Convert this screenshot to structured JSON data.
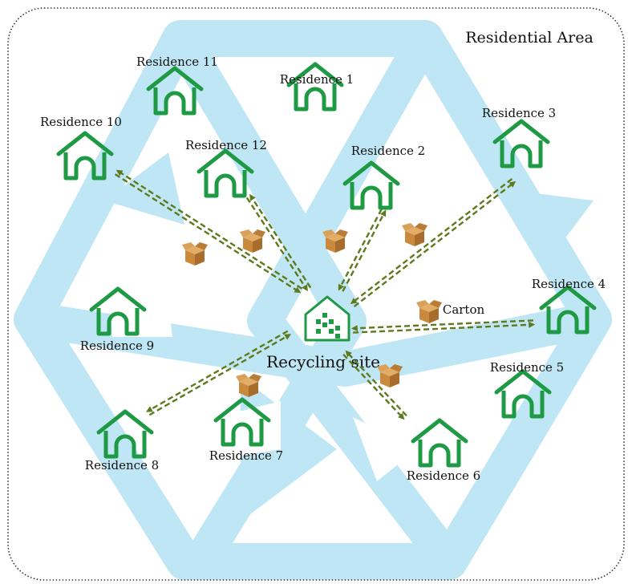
{
  "area_title": "Residential Area",
  "center": {
    "label": "Recycling site",
    "icon": "recycling-bin-house-icon"
  },
  "carton_label": "Carton",
  "residences": [
    {
      "id": 1,
      "label": "Residence 1"
    },
    {
      "id": 2,
      "label": "Residence 2"
    },
    {
      "id": 3,
      "label": "Residence 3"
    },
    {
      "id": 4,
      "label": "Residence 4"
    },
    {
      "id": 5,
      "label": "Residence 5"
    },
    {
      "id": 6,
      "label": "Residence 6"
    },
    {
      "id": 7,
      "label": "Residence 7"
    },
    {
      "id": 8,
      "label": "Residence 8"
    },
    {
      "id": 9,
      "label": "Residence 9"
    },
    {
      "id": 10,
      "label": "Residence 10"
    },
    {
      "id": 11,
      "label": "Residence 11"
    },
    {
      "id": 12,
      "label": "Residence 12"
    }
  ],
  "connected_residences": [
    2,
    3,
    4,
    6,
    8,
    10,
    12
  ],
  "colors": {
    "house": "#1e9a45",
    "arrow": "#5e7a1e",
    "recycle_band": "#bfe6f4",
    "border": "#333333",
    "carton": "#c98a3e"
  }
}
